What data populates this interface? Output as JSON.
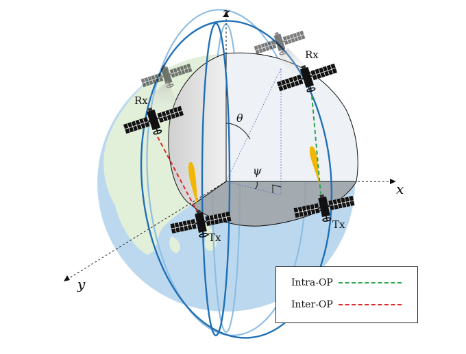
{
  "axes": {
    "x": "x",
    "y": "y",
    "z": "z"
  },
  "angles": {
    "theta": "θ",
    "psi": "ψ"
  },
  "satellites": {
    "rx_left": "Rx",
    "rx_right": "Rx",
    "tx_left": "Tx",
    "tx_right": "Tx"
  },
  "legend": {
    "intra": {
      "label": "Intra-OP",
      "color": "#2aa34a"
    },
    "inter": {
      "label": "Inter-OP",
      "color": "#e0282a"
    }
  },
  "colors": {
    "ocean": "#bcd8ee",
    "land": "#e2efd9",
    "orbit_dark": "#1f6fb5",
    "orbit_light": "#8fbde3",
    "beam": "#f2b705"
  }
}
